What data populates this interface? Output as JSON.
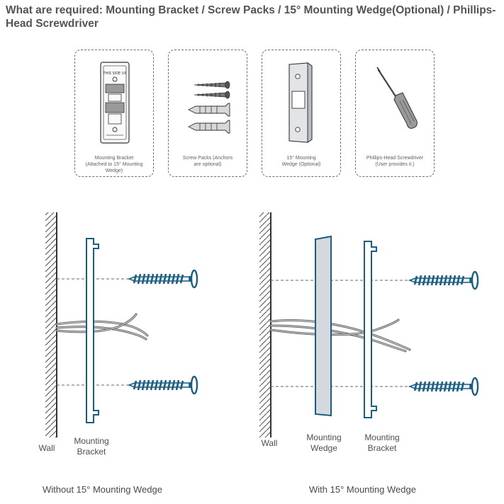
{
  "header": {
    "title": "What are required: Mounting Bracket / Screw Packs / 15° Mounting Wedge(Optional) / Phillips-Head Screwdriver"
  },
  "items": [
    {
      "caption_line1": "Mounting Bracket",
      "caption_line2": "(Attached to 15° Mounting Wedge)",
      "icon": "mounting-bracket-icon",
      "imprint": "THIS SIDE UP"
    },
    {
      "caption_line1": "Screw Packs (Anchors",
      "caption_line2": "are optional)",
      "icon": "screw-pack-icon"
    },
    {
      "caption_line1": "15° Mounting",
      "caption_line2": "Wedge (Optional)",
      "icon": "mounting-wedge-icon"
    },
    {
      "caption_line1": "Phillips-Head Screwdriver",
      "caption_line2": "(User provides it.)",
      "icon": "screwdriver-icon"
    }
  ],
  "diagram_left": {
    "wall_label": "Wall",
    "bracket_label_line1": "Mounting",
    "bracket_label_line2": "Bracket",
    "caption": "Without 15° Mounting Wedge"
  },
  "diagram_right": {
    "wall_label": "Wall",
    "wedge_label_line1": "Mounting",
    "wedge_label_line2": "Wedge",
    "bracket_label_line1": "Mounting",
    "bracket_label_line2": "Bracket",
    "caption": "With 15° Mounting Wedge"
  },
  "colors": {
    "screw_blue": "#1b5e80",
    "title_gray": "#545454",
    "wedge_fill": "#d5d8de"
  }
}
